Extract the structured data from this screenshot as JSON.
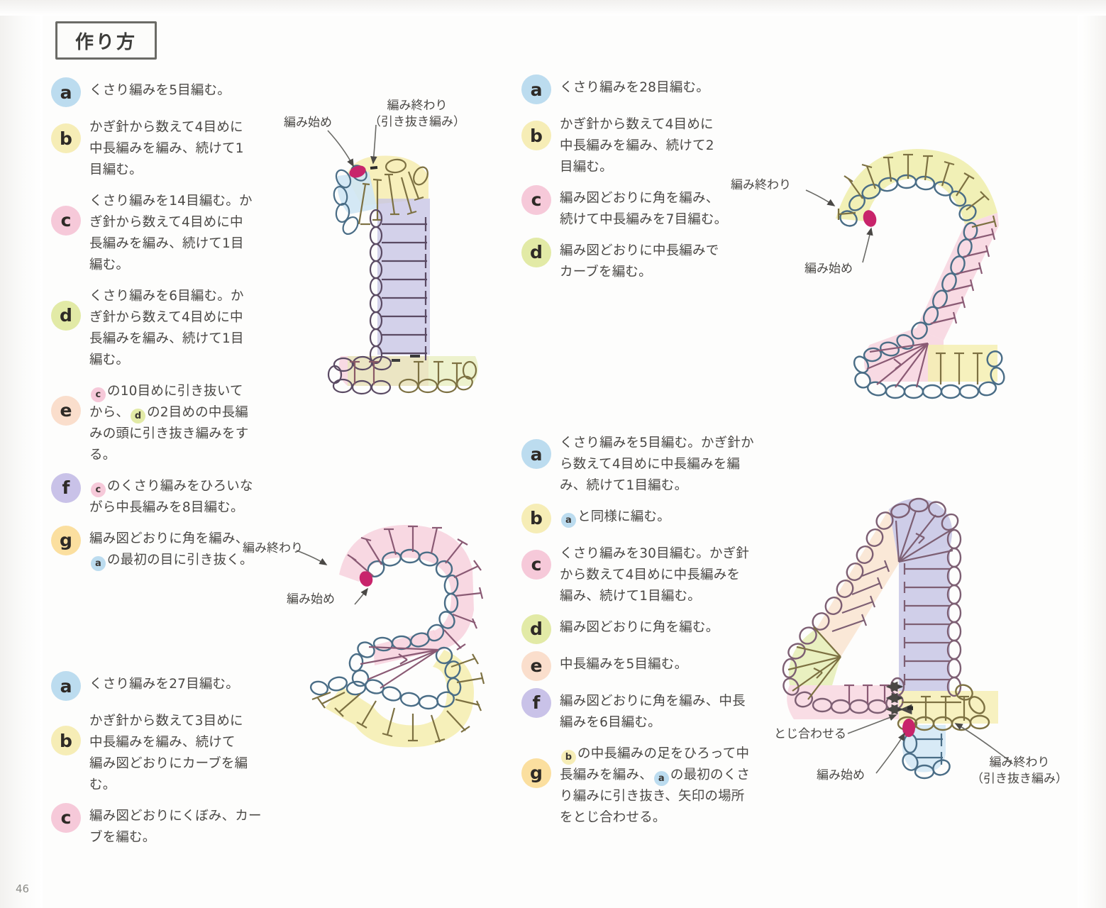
{
  "page": {
    "title": "作り方",
    "page_number": "46"
  },
  "badge_colors": {
    "a": "#bcdcef",
    "b": "#f6edb6",
    "c": "#f6c9d9",
    "d": "#e2eaa6",
    "e": "#fadecc",
    "f": "#c9c2e8",
    "g": "#fbdf9f"
  },
  "diagram_labels": {
    "start": "編み始め",
    "end": "編み終わり",
    "end_slip": "編み終わり",
    "end_slip_sub": "（引き抜き編み）",
    "join": "とじ合わせる"
  },
  "blocks": [
    {
      "id": "numeral-1",
      "numeral": "1",
      "steps": [
        {
          "letter": "a",
          "color": "#bcdcef",
          "lines": [
            "くさり編みを5目編む。"
          ]
        },
        {
          "letter": "b",
          "color": "#f6edb6",
          "lines": [
            "かぎ針から数えて4目めに",
            "中長編みを編み、続けて1",
            "目編む。"
          ]
        },
        {
          "letter": "c",
          "color": "#f6c9d9",
          "lines": [
            "くさり編みを14目編む。か",
            "ぎ針から数えて4目めに中",
            "長編みを編み、続けて1目",
            "編む。"
          ]
        },
        {
          "letter": "d",
          "color": "#e2eaa6",
          "lines": [
            "くさり編みを6目編む。か",
            "ぎ針から数えて4目めに中",
            "長編みを編み、続けて1目",
            "編む。"
          ]
        },
        {
          "letter": "e",
          "color": "#fadecc",
          "lines": [
            "[c]の10目めに引き抜いて",
            "から、[d]の2目めの中長編",
            "みの頭に引き抜き編みをす",
            "る。"
          ],
          "inline_refs": [
            "c",
            "d"
          ]
        },
        {
          "letter": "f",
          "color": "#c9c2e8",
          "lines": [
            "[c]のくさり編みをひろいな",
            "がら中長編みを8目編む。"
          ],
          "inline_refs": [
            "c"
          ]
        },
        {
          "letter": "g",
          "color": "#fbdf9f",
          "lines": [
            "編み図どおりに角を編み、",
            "[a]の最初の目に引き抜く。"
          ],
          "inline_refs": [
            "a"
          ]
        }
      ]
    },
    {
      "id": "numeral-2",
      "numeral": "2",
      "steps": [
        {
          "letter": "a",
          "color": "#bcdcef",
          "lines": [
            "くさり編みを28目編む。"
          ]
        },
        {
          "letter": "b",
          "color": "#f6edb6",
          "lines": [
            "かぎ針から数えて4目めに",
            "中長編みを編み、続けて2",
            "目編む。"
          ]
        },
        {
          "letter": "c",
          "color": "#f6c9d9",
          "lines": [
            "編み図どおりに角を編み、",
            "続けて中長編みを7目編む。"
          ]
        },
        {
          "letter": "d",
          "color": "#e2eaa6",
          "lines": [
            "編み図どおりに中長編みで",
            "カーブを編む。"
          ]
        }
      ]
    },
    {
      "id": "numeral-3",
      "numeral": "3",
      "steps": [
        {
          "letter": "a",
          "color": "#bcdcef",
          "lines": [
            "くさり編みを27目編む。"
          ]
        },
        {
          "letter": "b",
          "color": "#f6edb6",
          "lines": [
            "かぎ針から数えて3目めに",
            "中長編みを編み、続けて",
            "編み図どおりにカーブを編",
            "む。"
          ]
        },
        {
          "letter": "c",
          "color": "#f6c9d9",
          "lines": [
            "編み図どおりにくぼみ、カー",
            "ブを編む。"
          ]
        }
      ]
    },
    {
      "id": "numeral-4",
      "numeral": "4",
      "steps": [
        {
          "letter": "a",
          "color": "#bcdcef",
          "lines": [
            "くさり編みを5目編む。かぎ針か",
            "ら数えて4目めに中長編みを編",
            "み、続けて1目編む。"
          ]
        },
        {
          "letter": "b",
          "color": "#f6edb6",
          "lines": [
            "[a]と同様に編む。"
          ],
          "inline_refs": [
            "a"
          ]
        },
        {
          "letter": "c",
          "color": "#f6c9d9",
          "lines": [
            "くさり編みを30目編む。かぎ針",
            "から数えて4目めに中長編みを",
            "編み、続けて1目編む。"
          ]
        },
        {
          "letter": "d",
          "color": "#e2eaa6",
          "lines": [
            "編み図どおりに角を編む。"
          ]
        },
        {
          "letter": "e",
          "color": "#fadecc",
          "lines": [
            "中長編みを5目編む。"
          ]
        },
        {
          "letter": "f",
          "color": "#c9c2e8",
          "lines": [
            "編み図どおりに角を編み、中長",
            "編みを6目編む。"
          ]
        },
        {
          "letter": "g",
          "color": "#fbdf9f",
          "lines": [
            "[b]の中長編みの足をひろって中",
            "長編みを編み、[a]の最初のくさ",
            "り編みに引き抜き、矢印の場所",
            "をとじ合わせる。"
          ],
          "inline_refs": [
            "b",
            "a"
          ]
        }
      ]
    }
  ],
  "chart_colors": {
    "chain_blue": "#4a6d86",
    "chain_mauve": "#7d5f73",
    "chain_olive": "#7d7142",
    "fill_yellow": "#f5eeb2",
    "fill_pink": "#f7d3de",
    "fill_green": "#e4ecb0",
    "fill_lavender": "#c6c4e4",
    "fill_blue": "#cfe5f4",
    "fill_peach": "#f8e0cb",
    "start_dot": "#c8246b"
  }
}
